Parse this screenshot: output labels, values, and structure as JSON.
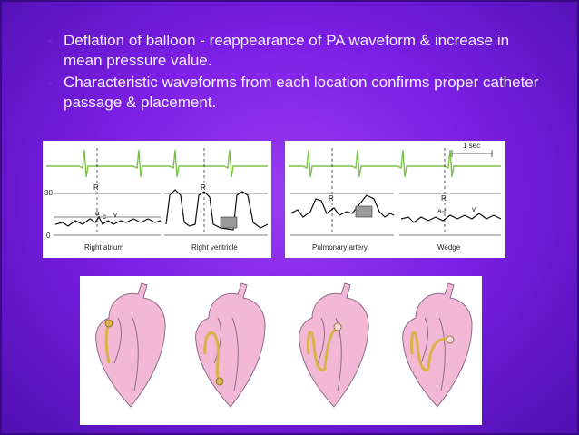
{
  "bullets": [
    {
      "text": "Deflation of balloon - reappearance of PA waveform & increase in mean pressure value."
    },
    {
      "text": "Characteristic waveforms from each location confirms proper catheter passage & placement."
    }
  ],
  "waveform_panel_left": {
    "axis_ticks": [
      "30",
      "0"
    ],
    "captions": [
      "Right atrium",
      "Right ventricle"
    ],
    "r_labels": [
      "R",
      "R"
    ],
    "wave_labels": [
      "a",
      "c",
      "v"
    ]
  },
  "waveform_panel_right": {
    "scale_label": "1 sec",
    "captions": [
      "Pulmonary artery",
      "Wedge"
    ],
    "r_labels": [
      "R",
      "R"
    ],
    "wave_labels": [
      "a-c",
      "v"
    ]
  },
  "colors": {
    "ecg_trace": "#7fc24a",
    "heart_fill": "#f3b8d6",
    "heart_outline": "#8c6d8c",
    "catheter": "#d9b24a",
    "panel_bg": "#ffffff",
    "gray_box": "#9a9a9a"
  },
  "icons": {
    "bullet": "bullet-glyph-icon"
  }
}
